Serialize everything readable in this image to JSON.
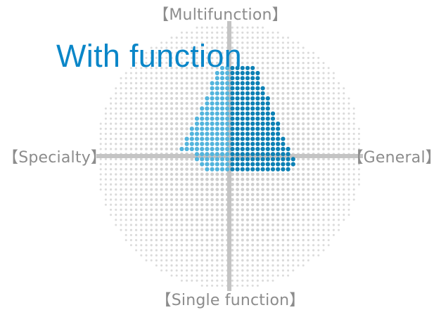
{
  "title": "With function",
  "axes": {
    "top": "【Multifunction】",
    "bottom": "【Single function】",
    "left": "【Specialty】",
    "right": "【General】"
  },
  "colors": {
    "sphere_dots": "#c9c9c9",
    "axis_line": "#c4c4c4",
    "highlight_dark": "#0b7fb3",
    "highlight_light": "#52b4dc",
    "title": "#0a86c8",
    "label": "#8c8c8c"
  }
}
